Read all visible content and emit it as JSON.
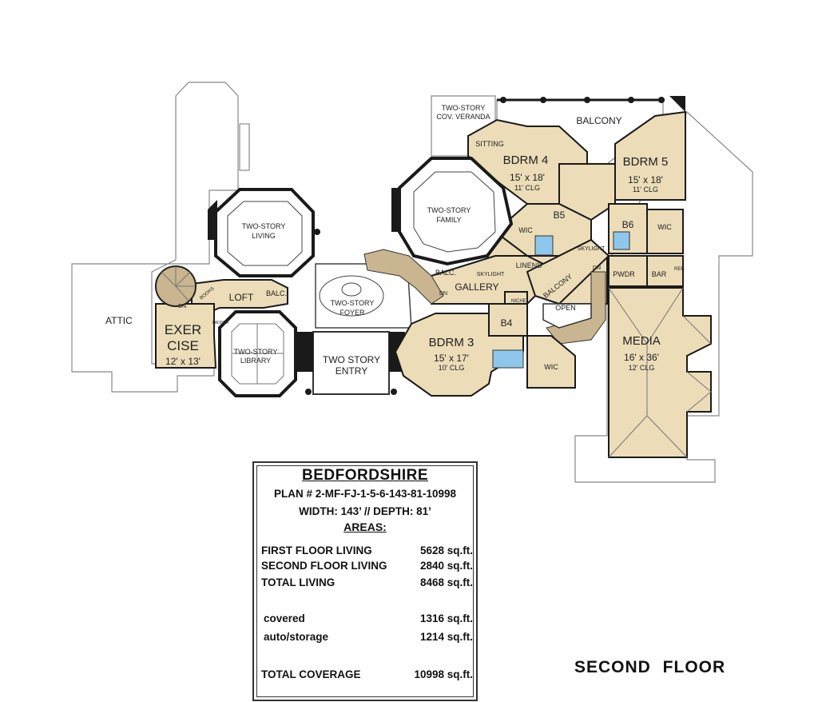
{
  "plan": {
    "rooms": {
      "attic": "ATTIC",
      "veranda_1": "TWO-STORY",
      "veranda_2": "COV. VERANDA",
      "balcony_top": "BALCONY",
      "sitting": "SITTING",
      "bdrm4": "BDRM 4",
      "bdrm4_size": "15' x 18'",
      "bdrm4_clg": "11' CLG",
      "bdrm5": "BDRM 5",
      "bdrm5_size": "15' x 18'",
      "bdrm5_clg": "11' CLG",
      "family_1": "TWO-STORY",
      "family_2": "FAMILY",
      "living_1": "TWO-STORY",
      "living_2": "LIVING",
      "b5": "B5",
      "wic_1": "WIC",
      "b6": "B6",
      "wic_2": "WIC",
      "linens": "LINENS",
      "skylight_1": "SKYLIGHT",
      "skylight_2": "SKYLIGHT",
      "balc_1": "BALC.",
      "balc_2": "BALC.",
      "gallery": "GALLERY",
      "balcony_mid": "BALCONY",
      "pwdr": "PWDR",
      "bar": "BAR",
      "ref": "REF.",
      "loft": "LOFT",
      "books": "BOOKS",
      "dn_1": "DN",
      "dn_2": "DN",
      "dn_3": "DN",
      "ladder": "LADDER",
      "foyer_1": "TWO-STORY",
      "foyer_2": "FOYER",
      "niche": "NICHE",
      "open": "OPEN",
      "b4": "B4",
      "exercise_1": "EXER",
      "exercise_2": "CISE",
      "exercise_size": "12' x 13'",
      "library_1": "TWO-STORY",
      "library_2": "LIBRARY",
      "entry_1": "TWO STORY",
      "entry_2": "ENTRY",
      "bdrm3": "BDRM 3",
      "bdrm3_size": "15' x 17'",
      "bdrm3_clg": "10' CLG",
      "wic_3": "WIC",
      "media": "MEDIA",
      "media_size": "16' x 36'",
      "media_clg": "12' CLG"
    }
  },
  "areas": {
    "title": "BEDFORDSHIRE",
    "plan_number": "PLAN # 2-MF-FJ-1-5-6-143-81-10998",
    "dimensions": "WIDTH: 143’ // DEPTH: 81’",
    "heading": "AREAS:",
    "rows": [
      {
        "label": "FIRST FLOOR LIVING",
        "value": "5628 sq.ft."
      },
      {
        "label": "SECOND FLOOR LIVING",
        "value": "2840 sq.ft."
      },
      {
        "label": "TOTAL LIVING",
        "value": "8468 sq.ft."
      },
      {
        "label": "covered",
        "value": "1316 sq.ft."
      },
      {
        "label": "auto/storage",
        "value": "1214 sq.ft."
      },
      {
        "label": "TOTAL COVERAGE",
        "value": "10998 sq.ft."
      }
    ]
  },
  "floor_label": "SECOND FLOOR"
}
